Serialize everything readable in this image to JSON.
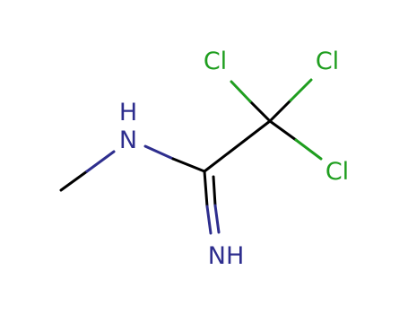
{
  "molecule": {
    "atoms": {
      "cl_top_left": {
        "label": "Cl",
        "element": "Cl"
      },
      "cl_top_right": {
        "label": "Cl",
        "element": "Cl"
      },
      "cl_right": {
        "label": "Cl",
        "element": "Cl"
      },
      "nh_h": {
        "label": "H",
        "element": "H"
      },
      "nh_n": {
        "label": "N",
        "element": "N"
      },
      "imine": {
        "label": "NH",
        "element": "N"
      }
    }
  },
  "colors": {
    "carbon_bond": "#000000",
    "nitrogen": "#2e2e8e",
    "chlorine": "#1f9e1f",
    "background": "#ffffff"
  }
}
